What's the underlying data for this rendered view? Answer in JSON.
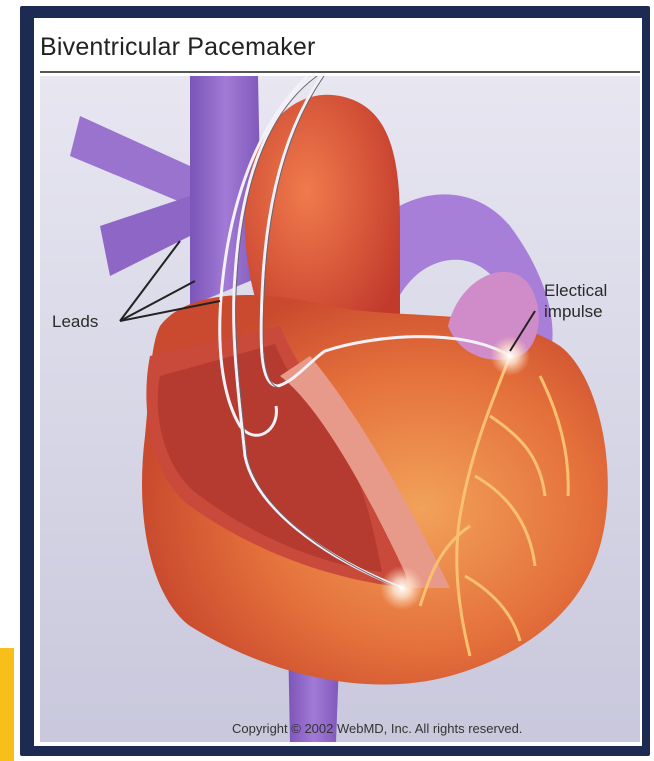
{
  "title": "Biventricular Pacemaker",
  "labels": {
    "leads": "Leads",
    "impulse_line1": "Electical",
    "impulse_line2": "impulse"
  },
  "copyright": "Copyright © 2002 WebMD, Inc. All rights reserved.",
  "colors": {
    "frame": "#1d2b52",
    "vessel": "#9c6ad0",
    "heart_outer": "#e56e3c",
    "myocardium": "#d9543a",
    "ventricle_inside": "#c44534",
    "accent_tab": "#f6bf1a"
  }
}
